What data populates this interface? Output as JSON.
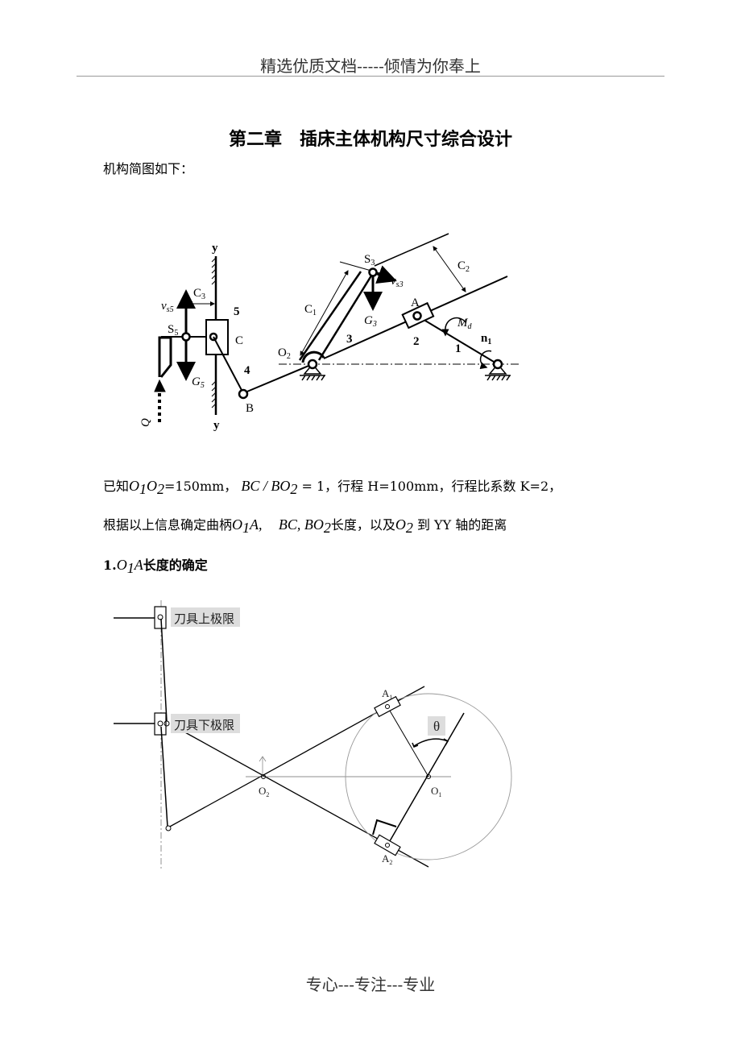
{
  "header": "精选优质文档-----倾情为你奉上",
  "title": "第二章　插床主体机构尺寸综合设计",
  "intro": "机构简图如下：",
  "diagram1": {
    "labels": {
      "y_top": "y",
      "y_bottom": "y",
      "C3": "C",
      "C3_sub": "3",
      "v_s5": "v",
      "v_s5_sub": "s5",
      "S5": "S",
      "S5_sub": "5",
      "five": "5",
      "C": "C",
      "G5": "G",
      "G5_sub": "5",
      "Q": "Q",
      "four": "4",
      "B": "B",
      "O2": "O",
      "O2_sub": "2",
      "C1": "C",
      "C1_sub": "1",
      "S3": "S",
      "S3_sub": "3",
      "v_s3": "v",
      "v_s3_sub": "s3",
      "G3": "G",
      "G3_sub": "3",
      "three": "3",
      "C2": "C",
      "C2_sub": "2",
      "A": "A",
      "two": "2",
      "Md": "M",
      "Md_sub": "d",
      "one": "1",
      "n1": "n",
      "n1_sub": "1"
    }
  },
  "paragraph1": {
    "p1": "已知",
    "o1o2": "O",
    "s1": "1",
    "o2": "O",
    "s2": "2",
    "eq1": "=150mm，",
    "bc": "BC / BO",
    "s3": "2",
    "eq2": " = 1",
    "rest": "，行程 H=100mm，行程比系数 K=2，"
  },
  "paragraph2": {
    "p1": "根据以上信息确定曲柄",
    "o1a": "O",
    "s1": "1",
    "a": "A,",
    "bc": "BC, BO",
    "s2": "2",
    "p2": "长度，以及",
    "o2": "O",
    "s3": "2",
    "p3": "到 YY 轴的距离"
  },
  "section1": {
    "num": "1.",
    "o": "O",
    "sub": "1",
    "a": "A",
    "label": "长度的确定"
  },
  "diagram2": {
    "labels": {
      "upper_limit": "刀具上极限",
      "lower_limit": "刀具下极限",
      "A1": "A",
      "A1_sub": "1",
      "A2": "A",
      "A2_sub": "2",
      "O2": "O",
      "O2_sub": "2",
      "O1": "O",
      "O1_sub": "1",
      "theta": "θ"
    }
  },
  "footer": "专心---专注---专业"
}
